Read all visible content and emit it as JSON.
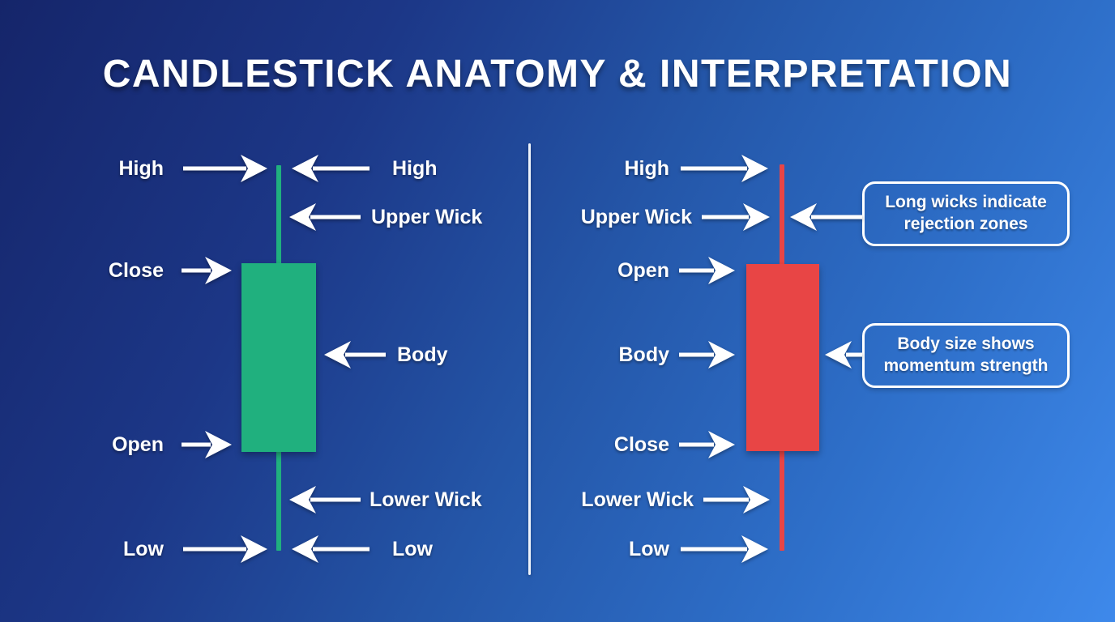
{
  "title": "CANDLESTICK ANATOMY & INTERPRETATION",
  "colors": {
    "background_top_left": "#16266b",
    "background_bottom_right": "#3e88ea",
    "bullish_green": "#20b07e",
    "bearish_red": "#e84545",
    "text_white": "#ffffff"
  },
  "left_panel": {
    "candle_type": "bullish-green",
    "labels": {
      "high_left": "High",
      "high_right": "High",
      "upper_wick": "Upper Wick",
      "close": "Close",
      "body": "Body",
      "open": "Open",
      "lower_wick": "Lower Wick",
      "low_left": "Low",
      "low_right": "Low"
    }
  },
  "right_panel": {
    "candle_type": "bearish-red",
    "labels": {
      "high": "High",
      "upper_wick": "Upper Wick",
      "open": "Open",
      "body": "Body",
      "close": "Close",
      "lower_wick": "Lower Wick",
      "low": "Low"
    },
    "callouts": {
      "wick_note": "Long wicks indicate rejection zones",
      "body_note": "Body size shows momentum strength"
    }
  }
}
